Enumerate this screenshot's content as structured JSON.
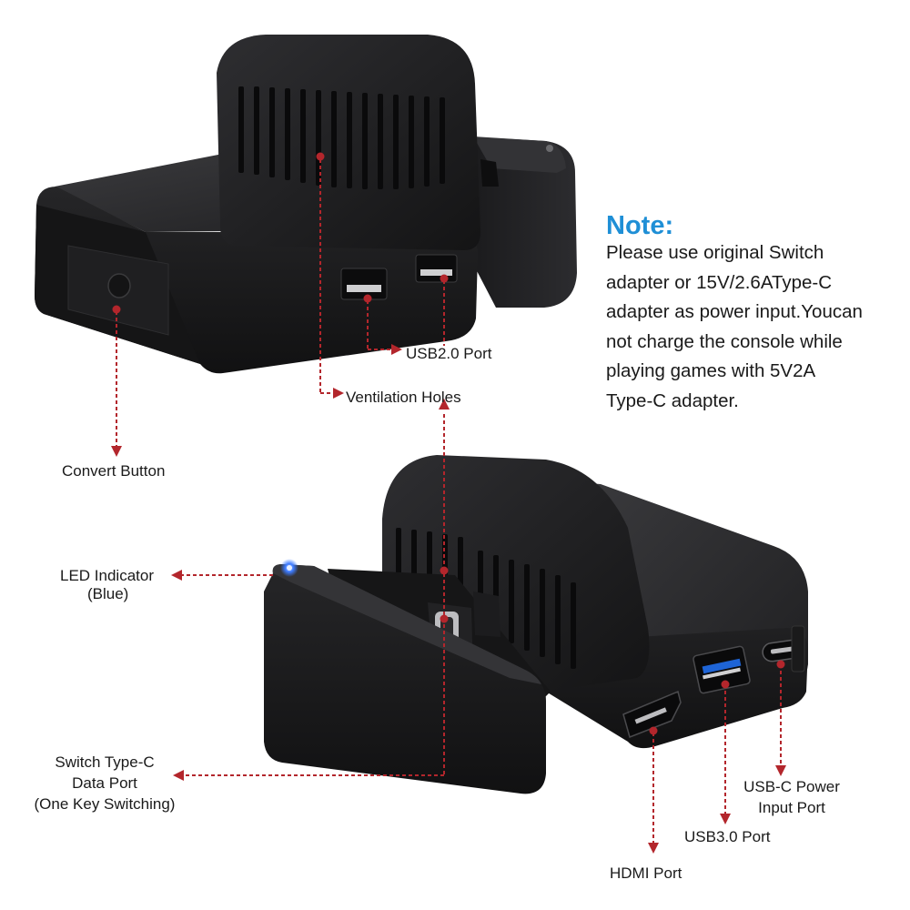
{
  "note": {
    "title": "Note:",
    "lines": [
      "Please use original Switch",
      "adapter or 15V/2.6AType-C",
      "adapter as power input.Youcan",
      "not charge the console while",
      "playing games with 5V2A",
      "Type-C adapter."
    ]
  },
  "labels": {
    "usb2_port": "USB2.0 Port",
    "ventilation_holes": "Ventilation Holes",
    "convert_button": "Convert Button",
    "led_indicator": "LED Indicator",
    "led_color": "(Blue)",
    "type_c_line1": "Switch Type-C",
    "type_c_line2": "Data Port",
    "type_c_line3": "(One Key Switching)",
    "usbc_power_line1": "USB-C Power",
    "usbc_power_line2": "Input Port",
    "usb3_port": "USB3.0 Port",
    "hdmi_port": "HDMI Port"
  },
  "colors": {
    "callout": "#b3262c",
    "note_title": "#1f8fd6",
    "dock_body": "#1b1b1d",
    "led": "#3d7bff",
    "usb3_accent": "#1e64d6"
  }
}
